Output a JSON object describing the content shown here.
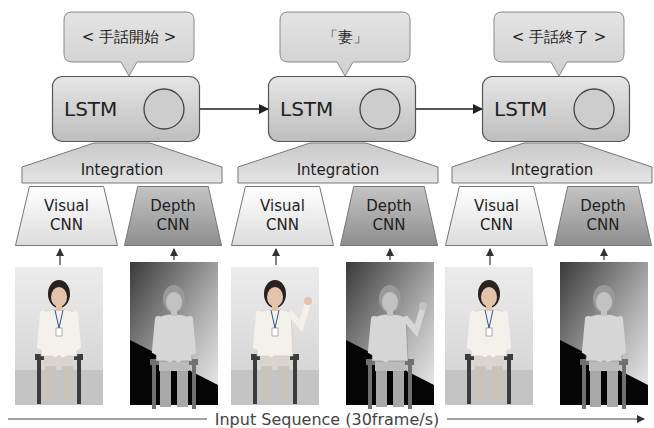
{
  "diagram": {
    "nodes": [
      {
        "text": [
          "< 手話開始 >"
        ]
      },
      {
        "text": [
          "「妻」"
        ]
      },
      {
        "text": [
          "< 手話終了 >"
        ]
      },
      {
        "text": [
          "LSTM"
        ]
      },
      {
        "text": [
          "LSTM"
        ]
      },
      {
        "text": [
          "LSTM"
        ]
      },
      {
        "text": [
          "Integration"
        ]
      },
      {
        "text": [
          "Integration"
        ]
      },
      {
        "text": [
          "Integration"
        ]
      },
      {
        "text": [
          "Visual CNN"
        ]
      },
      {
        "text": [
          "Depth CNN"
        ]
      },
      {
        "text": [
          "Visual CNN"
        ]
      },
      {
        "text": [
          "Depth CNN"
        ]
      },
      {
        "text": [
          "Visual CNN"
        ]
      },
      {
        "text": [
          "Depth CNN"
        ]
      }
    ],
    "edges": [
      {
        "from": 3,
        "to": 4,
        "arrow": "to"
      },
      {
        "from": 4,
        "to": 5,
        "arrow": "to"
      }
    ],
    "labels": [
      "Input Sequence (30frame/s)"
    ]
  }
}
